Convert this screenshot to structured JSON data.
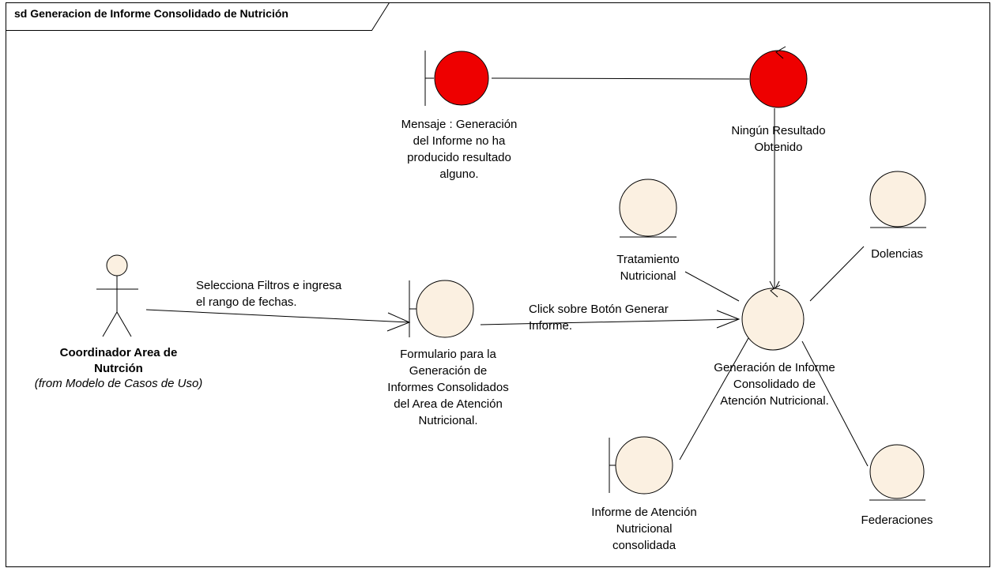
{
  "frame": {
    "title": "sd Generacion de Informe Consolidado de Nutrición"
  },
  "colors": {
    "element_fill": "#FBF0E1",
    "highlight_fill": "#EE0000",
    "stroke": "#000000"
  },
  "actor": {
    "name": "Coordinador Area de\nNutrción",
    "from": "(from Modelo de Casos de Uso)"
  },
  "nodes": {
    "mensaje": {
      "kind": "boundary",
      "highlighted": true,
      "label": "Mensaje :  Generación\ndel Informe no ha\nproducido resultado\nalguno."
    },
    "ningun": {
      "kind": "control",
      "highlighted": true,
      "label": "Ningún Resultado\nObtenido"
    },
    "tratamiento": {
      "kind": "entity",
      "highlighted": false,
      "label": "Tratamiento\nNutricional"
    },
    "dolencias": {
      "kind": "entity",
      "highlighted": false,
      "label": "Dolencias"
    },
    "formulario": {
      "kind": "boundary",
      "highlighted": false,
      "label": "Formulario para la\nGeneración de\nInformes Consolidados\ndel Area de Atención\nNutricional."
    },
    "generacion": {
      "kind": "control",
      "highlighted": false,
      "label": "Generación de Informe\nConsolidado de\nAtención Nutricional."
    },
    "informe": {
      "kind": "boundary",
      "highlighted": false,
      "label": "Informe de Atención\nNutricional\nconsolidada"
    },
    "federaciones": {
      "kind": "entity",
      "highlighted": false,
      "label": "Federaciones"
    }
  },
  "messages": {
    "actor_to_form": "Selecciona Filtros e ingresa\nel rango de fechas.",
    "form_to_control": "Click sobre Botón Generar\nInforme."
  }
}
